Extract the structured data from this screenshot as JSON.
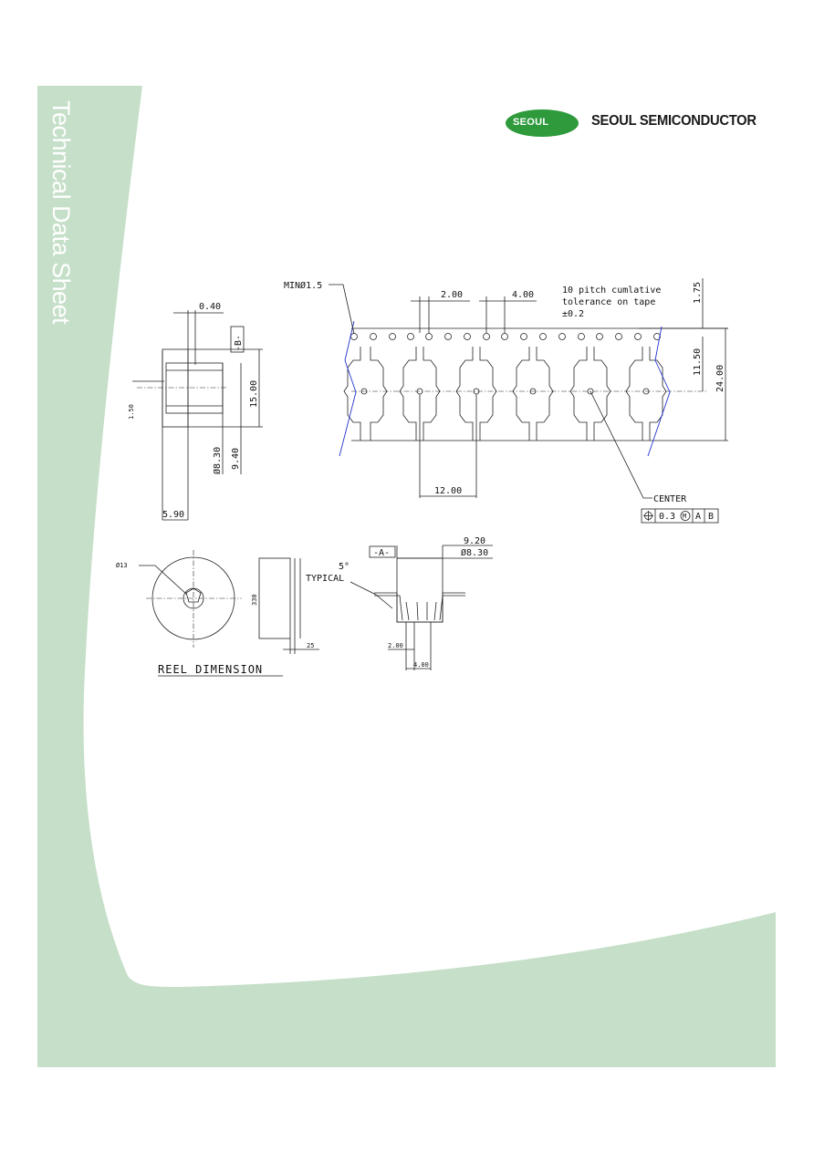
{
  "header": {
    "side_title": "Technical Data Sheet",
    "logo_badge": "SEOUL",
    "company_name": "SEOUL SEMICONDUCTOR"
  },
  "drawing": {
    "tape_note_line1": "10 pitch cumlative",
    "tape_note_line2": "tolerance on tape",
    "tape_note_line3": "±0.2",
    "min_hole": "MINØ1.5",
    "pitch_hole_a": "2.00",
    "pitch_hole_b": "4.00",
    "edge_offset": "1.75",
    "center_offset": "11.50",
    "tape_width": "24.00",
    "pocket_pitch": "12.00",
    "center_label": "CENTER",
    "tolerance_value": "0.3",
    "tolerance_ref_a": "A",
    "tolerance_ref_b": "B",
    "side_thickness": "0.40",
    "side_datum": "-B-",
    "side_height": "15.00",
    "side_diam": "Ø8.30",
    "side_940": "9.40",
    "side_150": "1.50",
    "side_590": "5.90",
    "reel_hub": "Ø13",
    "reel_dia": "330",
    "reel_width": "25",
    "reel_caption": "REEL DIMENSION",
    "pocket_datum": "-A-",
    "pocket_920": "9.20",
    "pocket_diam": "Ø8.30",
    "draft_angle": "5°",
    "draft_note": "TYPICAL",
    "pocket_200": "2.00",
    "pocket_400": "4.00"
  }
}
